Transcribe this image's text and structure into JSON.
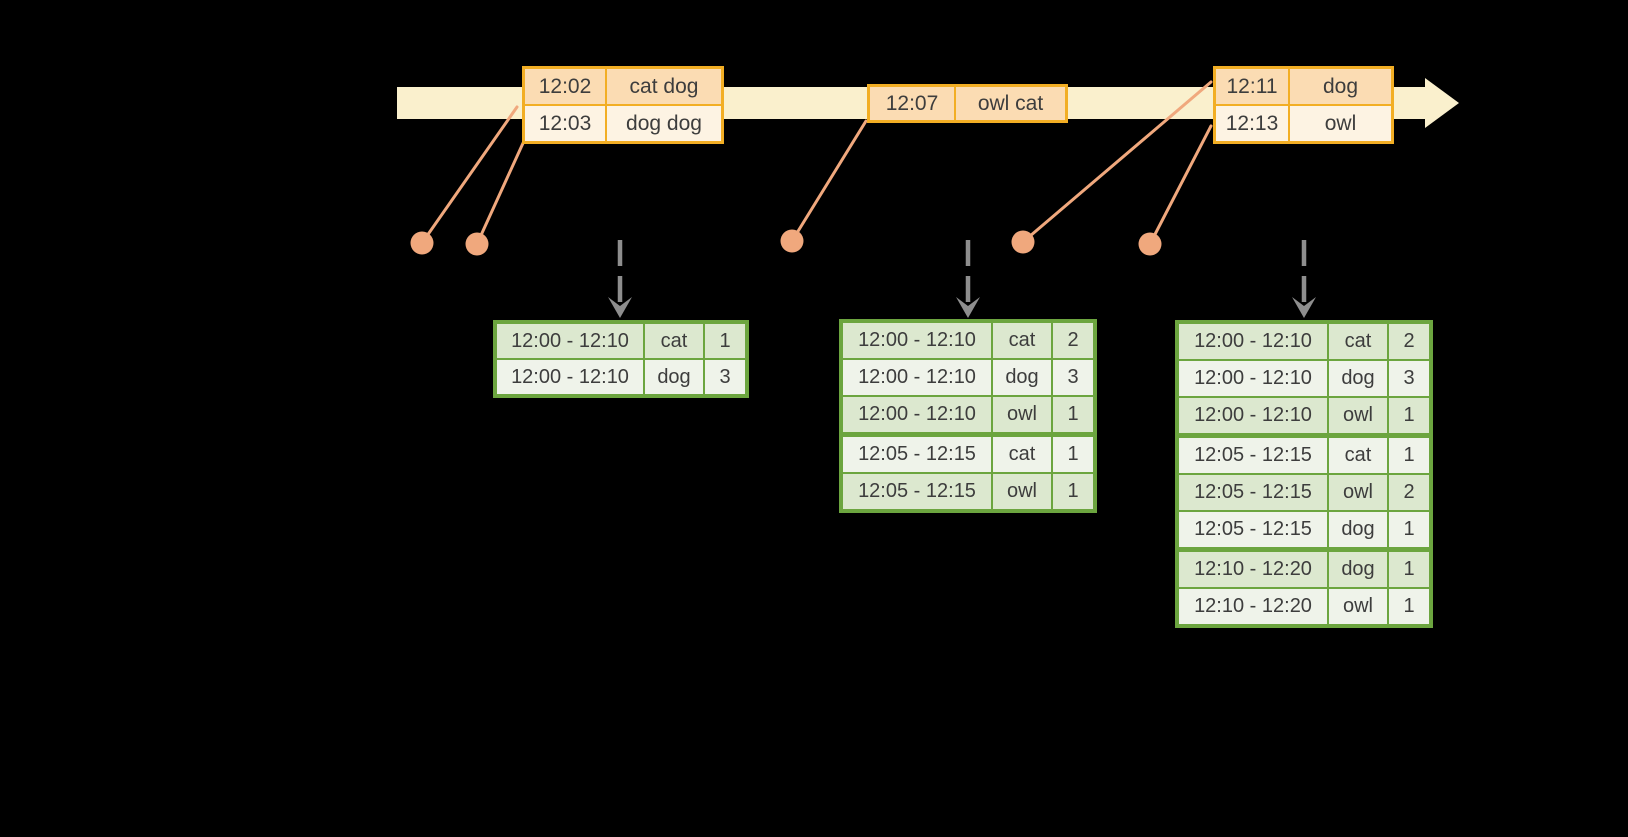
{
  "colors": {
    "background": "#000000",
    "timeline_fill": "#faf0cd",
    "event_border": "#f2ae24",
    "event_row_odd_fill": "#fbdcb3",
    "event_row_even_fill": "#fdf3e3",
    "marker": "#f0a87d",
    "table_border": "#6ca53f",
    "table_row_odd_fill": "#dce8cf",
    "table_row_even_fill": "#eff3ea",
    "trigger_arrow": "#8e8e8e",
    "text": "#3d3d3d"
  },
  "timeline": {
    "cards": [
      {
        "rows": [
          {
            "time": "12:02",
            "words": "cat dog"
          },
          {
            "time": "12:03",
            "words": "dog dog"
          }
        ]
      },
      {
        "rows": [
          {
            "time": "12:07",
            "words": "owl cat"
          }
        ]
      },
      {
        "rows": [
          {
            "time": "12:11",
            "words": "dog"
          },
          {
            "time": "12:13",
            "words": "owl"
          }
        ]
      }
    ]
  },
  "result_tables": [
    {
      "rows": [
        {
          "window": "12:00 - 12:10",
          "word": "cat",
          "count": "1"
        },
        {
          "window": "12:00 - 12:10",
          "word": "dog",
          "count": "3"
        }
      ]
    },
    {
      "rows": [
        {
          "window": "12:00 - 12:10",
          "word": "cat",
          "count": "2"
        },
        {
          "window": "12:00 - 12:10",
          "word": "dog",
          "count": "3"
        },
        {
          "window": "12:00 - 12:10",
          "word": "owl",
          "count": "1"
        },
        {
          "window": "12:05 - 12:15",
          "word": "cat",
          "count": "1"
        },
        {
          "window": "12:05 - 12:15",
          "word": "owl",
          "count": "1"
        }
      ]
    },
    {
      "rows": [
        {
          "window": "12:00 - 12:10",
          "word": "cat",
          "count": "2"
        },
        {
          "window": "12:00 - 12:10",
          "word": "dog",
          "count": "3"
        },
        {
          "window": "12:00 - 12:10",
          "word": "owl",
          "count": "1"
        },
        {
          "window": "12:05 - 12:15",
          "word": "cat",
          "count": "1"
        },
        {
          "window": "12:05 - 12:15",
          "word": "owl",
          "count": "2"
        },
        {
          "window": "12:05 - 12:15",
          "word": "dog",
          "count": "1"
        },
        {
          "window": "12:10 - 12:20",
          "word": "dog",
          "count": "1"
        },
        {
          "window": "12:10 - 12:20",
          "word": "owl",
          "count": "1"
        }
      ]
    }
  ]
}
